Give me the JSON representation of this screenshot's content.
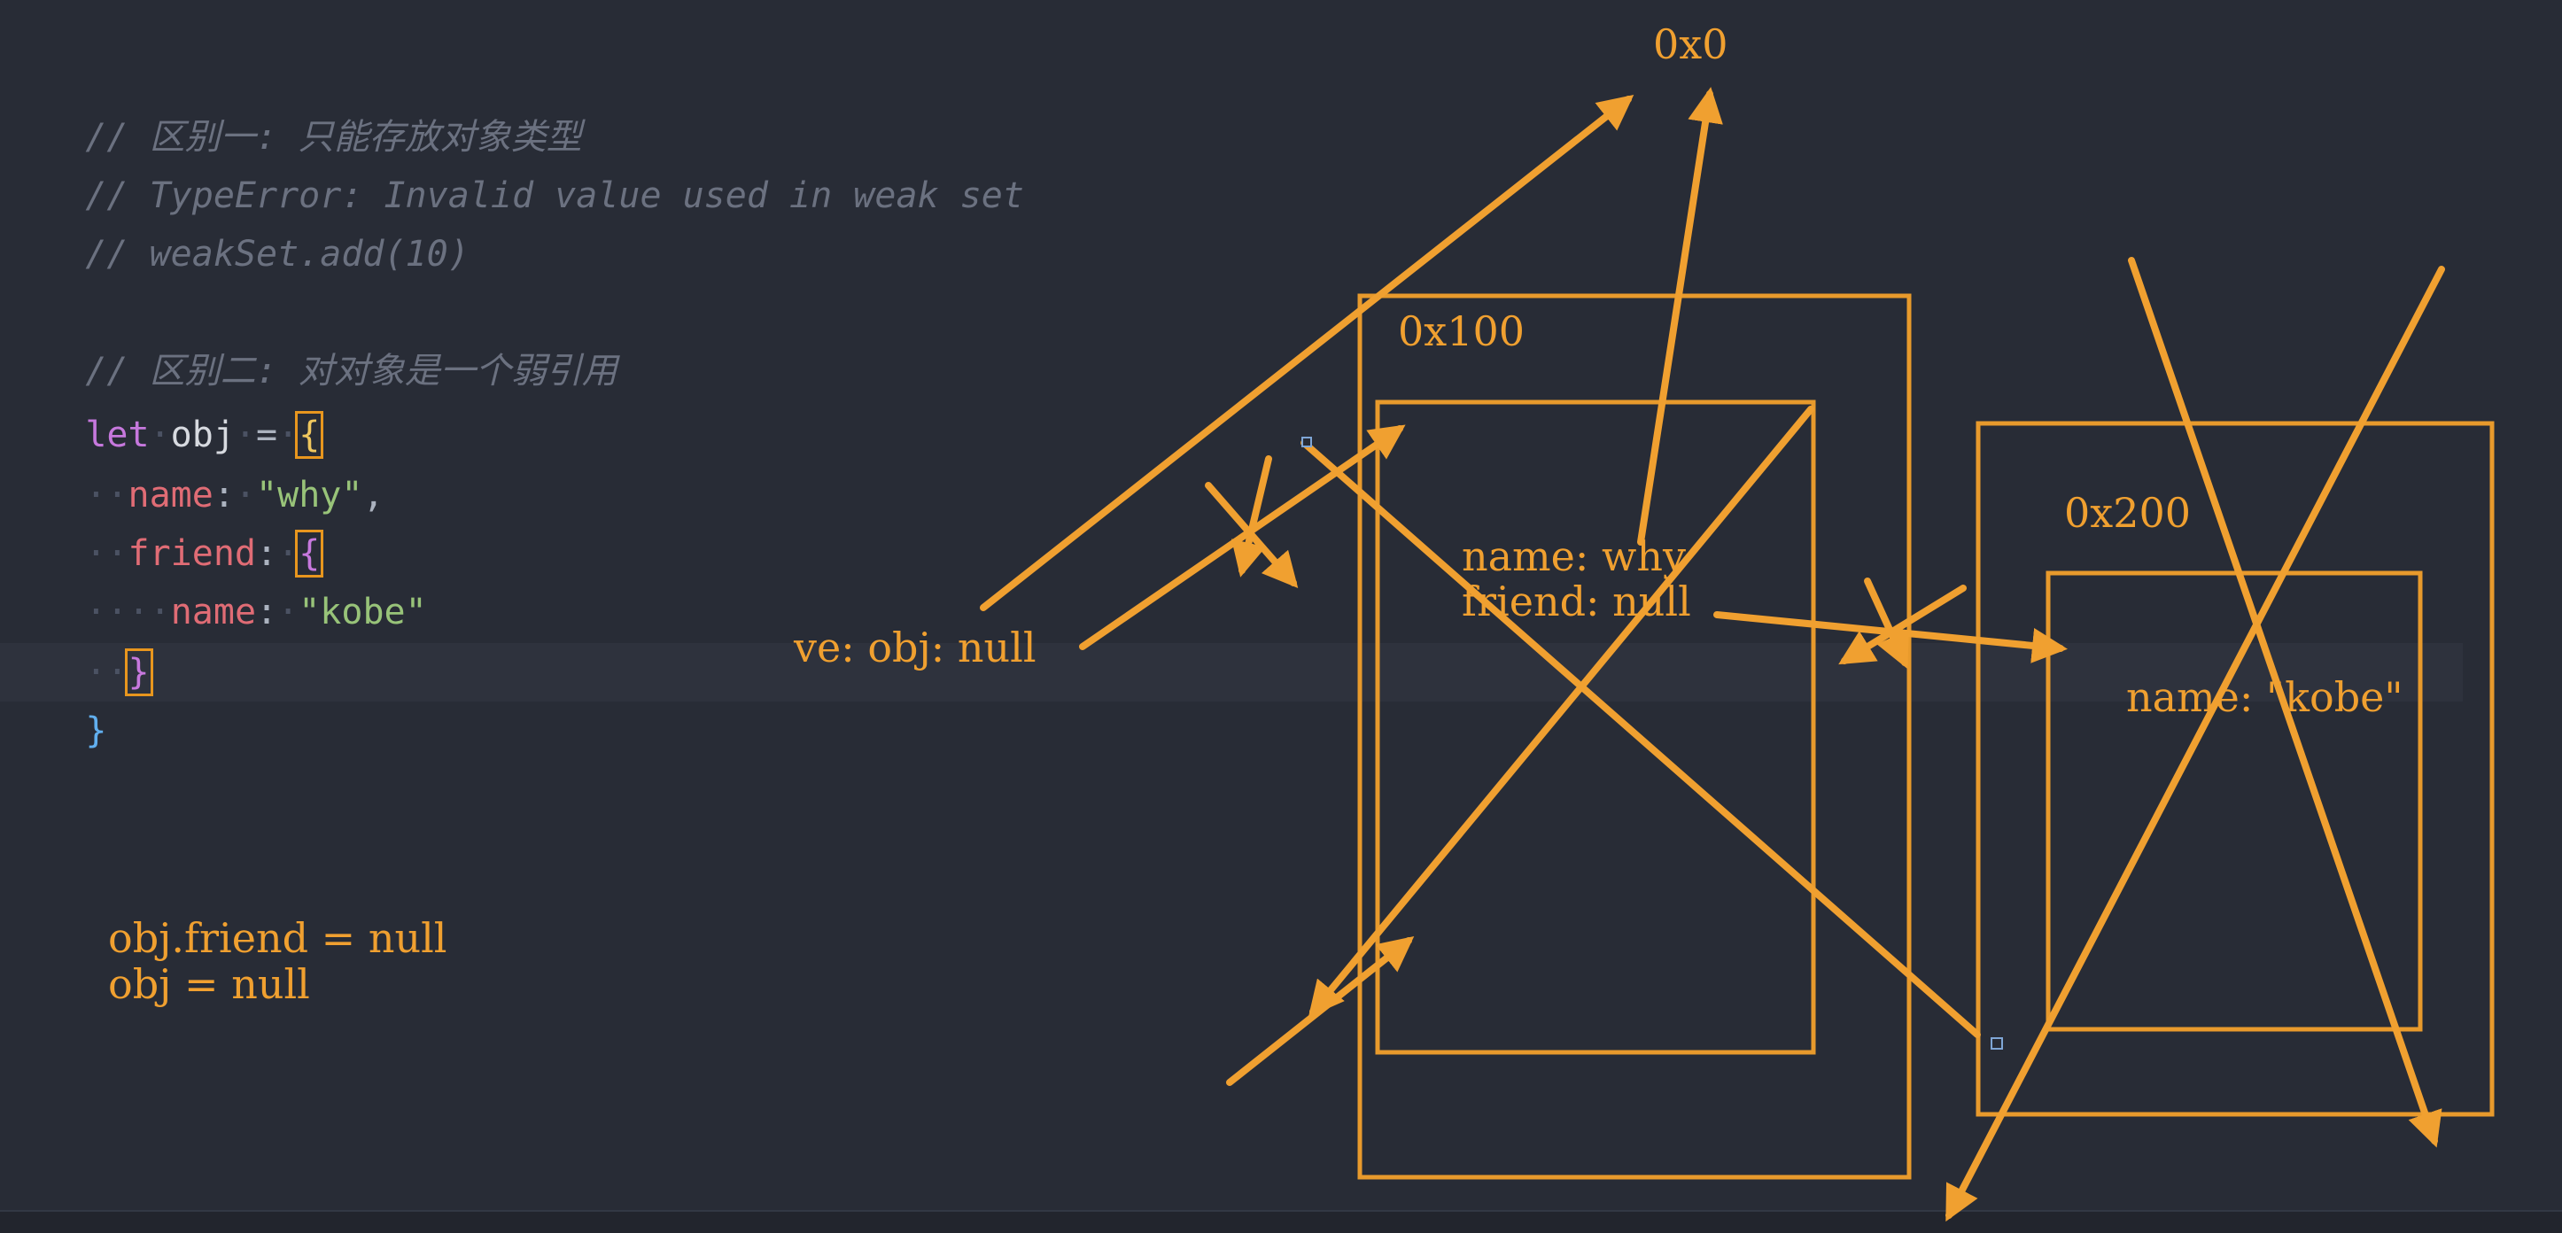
{
  "code": {
    "comment1": "// 区别一: 只能存放对象类型",
    "comment2": "// TypeError: Invalid value used in weak set",
    "comment3": "// weakSet.add(10)",
    "comment4": "// 区别二: 对对象是一个弱引用",
    "l5_kw": "let",
    "l5_ident": "obj",
    "l5_op": "=",
    "l5_brace": "{",
    "l6_prop": "name",
    "l6_colon": ":",
    "l6_str": "\"why\"",
    "l6_comma": ",",
    "l7_prop": "friend",
    "l7_colon": ":",
    "l7_brace": "{",
    "l8_prop": "name",
    "l8_colon": ":",
    "l8_str": "\"kobe\"",
    "l9_brace": "}",
    "l10_brace": "}"
  },
  "annotations": {
    "stmt1": "obj.friend = null",
    "stmt2": "obj = null",
    "ref_label": "ve: obj: null",
    "addr_0": "0x0",
    "addr_100": "0x100",
    "addr_200": "0x200",
    "obj1_line1": "name: why",
    "obj1_line2": "friend: null",
    "obj2_line1": "name: \"kobe\""
  },
  "colors": {
    "background": "#282c36",
    "annotation": "#f0a030",
    "comment": "#6b7180",
    "keyword": "#c678dd",
    "property": "#e06c75",
    "string": "#98c379",
    "brace": "#f0c75e"
  }
}
